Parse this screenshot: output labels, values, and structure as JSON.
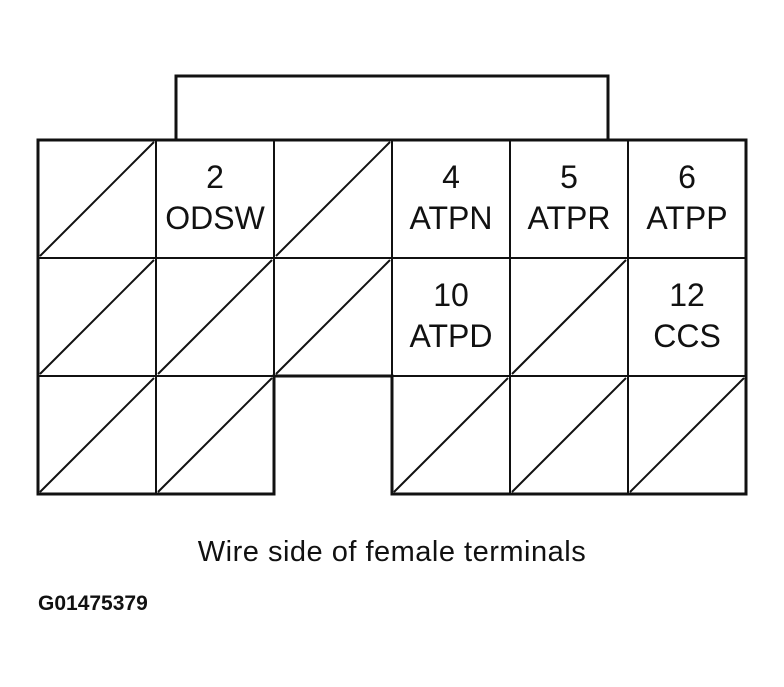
{
  "caption": "Wire side of female terminals",
  "figure_id": "G01475379",
  "colors": {
    "line": "#111111",
    "background": "#ffffff"
  },
  "connector": {
    "rows": 3,
    "cols": 6,
    "cells": [
      {
        "row": 1,
        "col": 1,
        "state": "unused"
      },
      {
        "row": 1,
        "col": 2,
        "state": "terminal",
        "number": "2",
        "signal": "ODSW"
      },
      {
        "row": 1,
        "col": 3,
        "state": "unused"
      },
      {
        "row": 1,
        "col": 4,
        "state": "terminal",
        "number": "4",
        "signal": "ATPN"
      },
      {
        "row": 1,
        "col": 5,
        "state": "terminal",
        "number": "5",
        "signal": "ATPR"
      },
      {
        "row": 1,
        "col": 6,
        "state": "terminal",
        "number": "6",
        "signal": "ATPP"
      },
      {
        "row": 2,
        "col": 1,
        "state": "unused"
      },
      {
        "row": 2,
        "col": 2,
        "state": "unused"
      },
      {
        "row": 2,
        "col": 3,
        "state": "unused"
      },
      {
        "row": 2,
        "col": 4,
        "state": "terminal",
        "number": "10",
        "signal": "ATPD"
      },
      {
        "row": 2,
        "col": 5,
        "state": "unused"
      },
      {
        "row": 2,
        "col": 6,
        "state": "terminal",
        "number": "12",
        "signal": "CCS"
      },
      {
        "row": 3,
        "col": 1,
        "state": "unused"
      },
      {
        "row": 3,
        "col": 2,
        "state": "unused"
      },
      {
        "row": 3,
        "col": 3,
        "state": "absent"
      },
      {
        "row": 3,
        "col": 4,
        "state": "unused"
      },
      {
        "row": 3,
        "col": 5,
        "state": "unused"
      },
      {
        "row": 3,
        "col": 6,
        "state": "unused"
      }
    ]
  }
}
